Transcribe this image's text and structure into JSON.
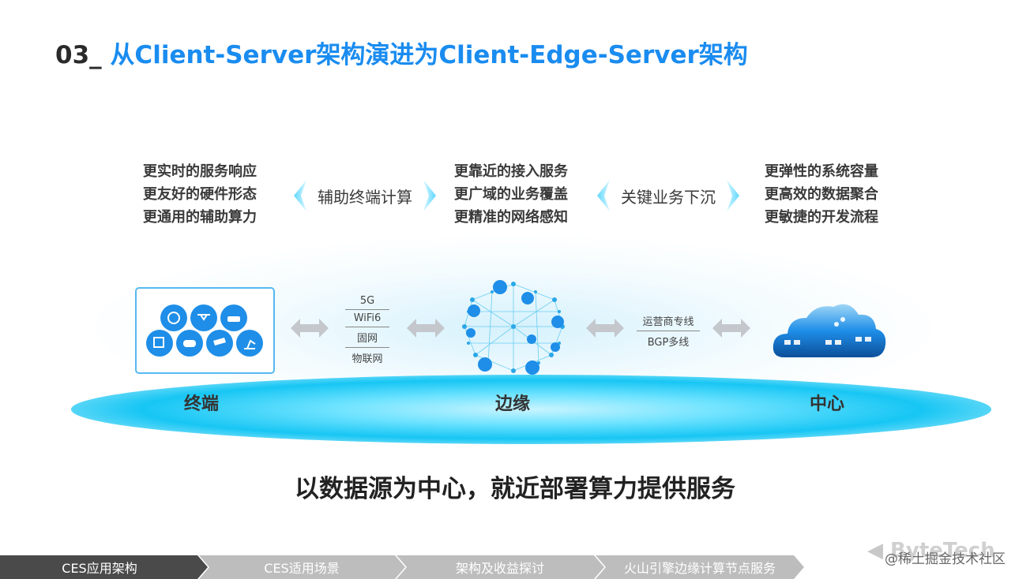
{
  "title": {
    "number": "03_",
    "text": "从Client-Server架构演进为Client-Edge-Server架构"
  },
  "features": {
    "terminal": [
      "更实时的服务响应",
      "更友好的硬件形态",
      "更通用的辅助算力"
    ],
    "edge": [
      "更靠近的接入服务",
      "更广域的业务覆盖",
      "更精准的网络感知"
    ],
    "center": [
      "更弹性的系统容量",
      "更高效的数据聚合",
      "更敏捷的开发流程"
    ]
  },
  "pills": {
    "left": "辅助终端计算",
    "right": "关键业务下沉"
  },
  "network_terminal_edge": [
    "5G",
    "WiFi6",
    "固网",
    "物联网"
  ],
  "network_edge_center": [
    "运营商专线",
    "BGP多线"
  ],
  "nodes": {
    "terminal": "终端",
    "edge": "边缘",
    "center": "中心"
  },
  "slogan": "以数据源为中心，就近部署算力提供服务",
  "footer_tabs": [
    "CES应用架构",
    "CES适用场景",
    "架构及收益探讨",
    "火山引擎边缘计算节点服务"
  ],
  "brand": {
    "logo_text": "ByteTech",
    "watermark": "@稀土掘金技术社区"
  },
  "colors": {
    "accent": "#1a8cf0",
    "cyan": "#17c6f4",
    "footer_active": "#4a4a4a",
    "footer_inactive": "#bdbdbd"
  }
}
